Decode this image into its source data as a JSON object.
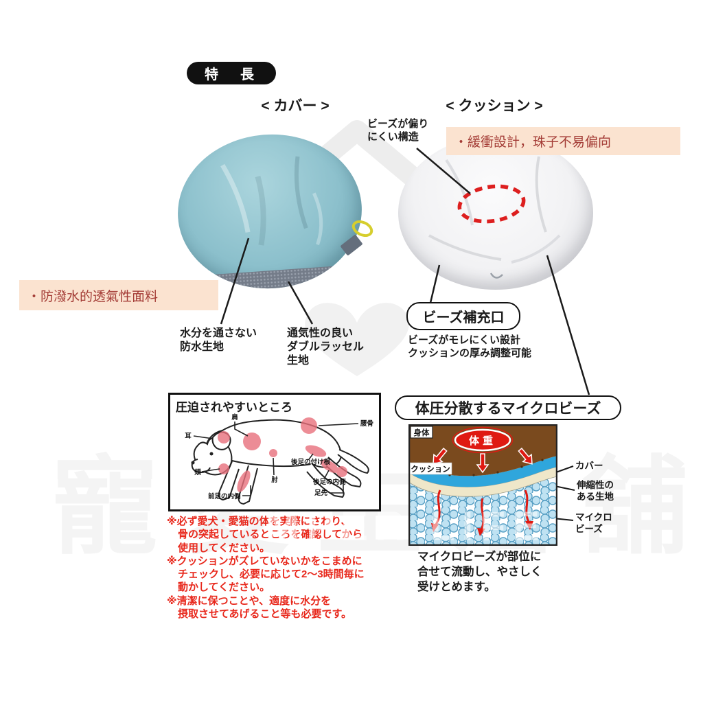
{
  "colors": {
    "accent_red": "#e8281c",
    "note_bg": "#fbe3d0",
    "note_text": "#a33b35",
    "cushion_blue": "#8cc0cc",
    "blob_pink": "#e8707c",
    "dashed_red": "#dd1f1f",
    "brown_body": "#7a4a1e",
    "band_blue": "#2fa6dc",
    "band_cream": "#efe7c9",
    "bead_blue": "#bfe2f2"
  },
  "header": {
    "badge": "特　長",
    "cover": "< カバー >",
    "cushion": "< クッション >"
  },
  "notes": {
    "right": "・緩衝設計，珠子不易偏向",
    "left": "・防潑水的透氣性面料"
  },
  "cover": {
    "waterproof_1": "水分を通さない",
    "waterproof_2": "防水生地",
    "breathable_1": "通気性の良い",
    "breathable_2": "ダブルラッセル",
    "breathable_3": "生地"
  },
  "cushion": {
    "structure_1": "ビーズが偏り",
    "structure_2": "にくい構造",
    "refill_title": "ビーズ補充口",
    "refill_desc_1": "ビーズがモレにくい設計",
    "refill_desc_2": "クッションの厚み調整可能"
  },
  "pressure": {
    "title": "圧迫されやすいところ",
    "ear": "耳",
    "shoulder": "肩",
    "cheek": "頬",
    "hip": "腰骨",
    "elbow": "肘",
    "front_inner": "前足の内側",
    "hind_base": "後足の付け根",
    "hind_inner": "後足の内側",
    "toes": "足先"
  },
  "warnings": {
    "lines": [
      "※必ず愛犬・愛猫の体を実際にさわり、",
      "骨の突起しているところを確認してから",
      "使用してください。",
      "※クッションがズレていないかをこまめに",
      "チェックし、必要に応じて2～3時間毎に",
      "動かしてください。",
      "※清潔に保つことや、適度に水分を",
      "摂取させてあげること等も必要です。"
    ]
  },
  "beads": {
    "title": "体圧分散するマイクロビーズ",
    "body": "身体",
    "weight": "体重",
    "cushion": "クッション",
    "cover": "カバー",
    "stretch_1": "伸縮性の",
    "stretch_2": "ある生地",
    "micro_1": "マイクロ",
    "micro_2": "ビーズ",
    "desc_1": "マイクロビーズが部位に",
    "desc_2": "合せて流動し、やさしく",
    "desc_3": "受けとめます。"
  },
  "watermark": {
    "chars": "寵愛生活舖",
    "overlay": "MPER LIFE"
  }
}
